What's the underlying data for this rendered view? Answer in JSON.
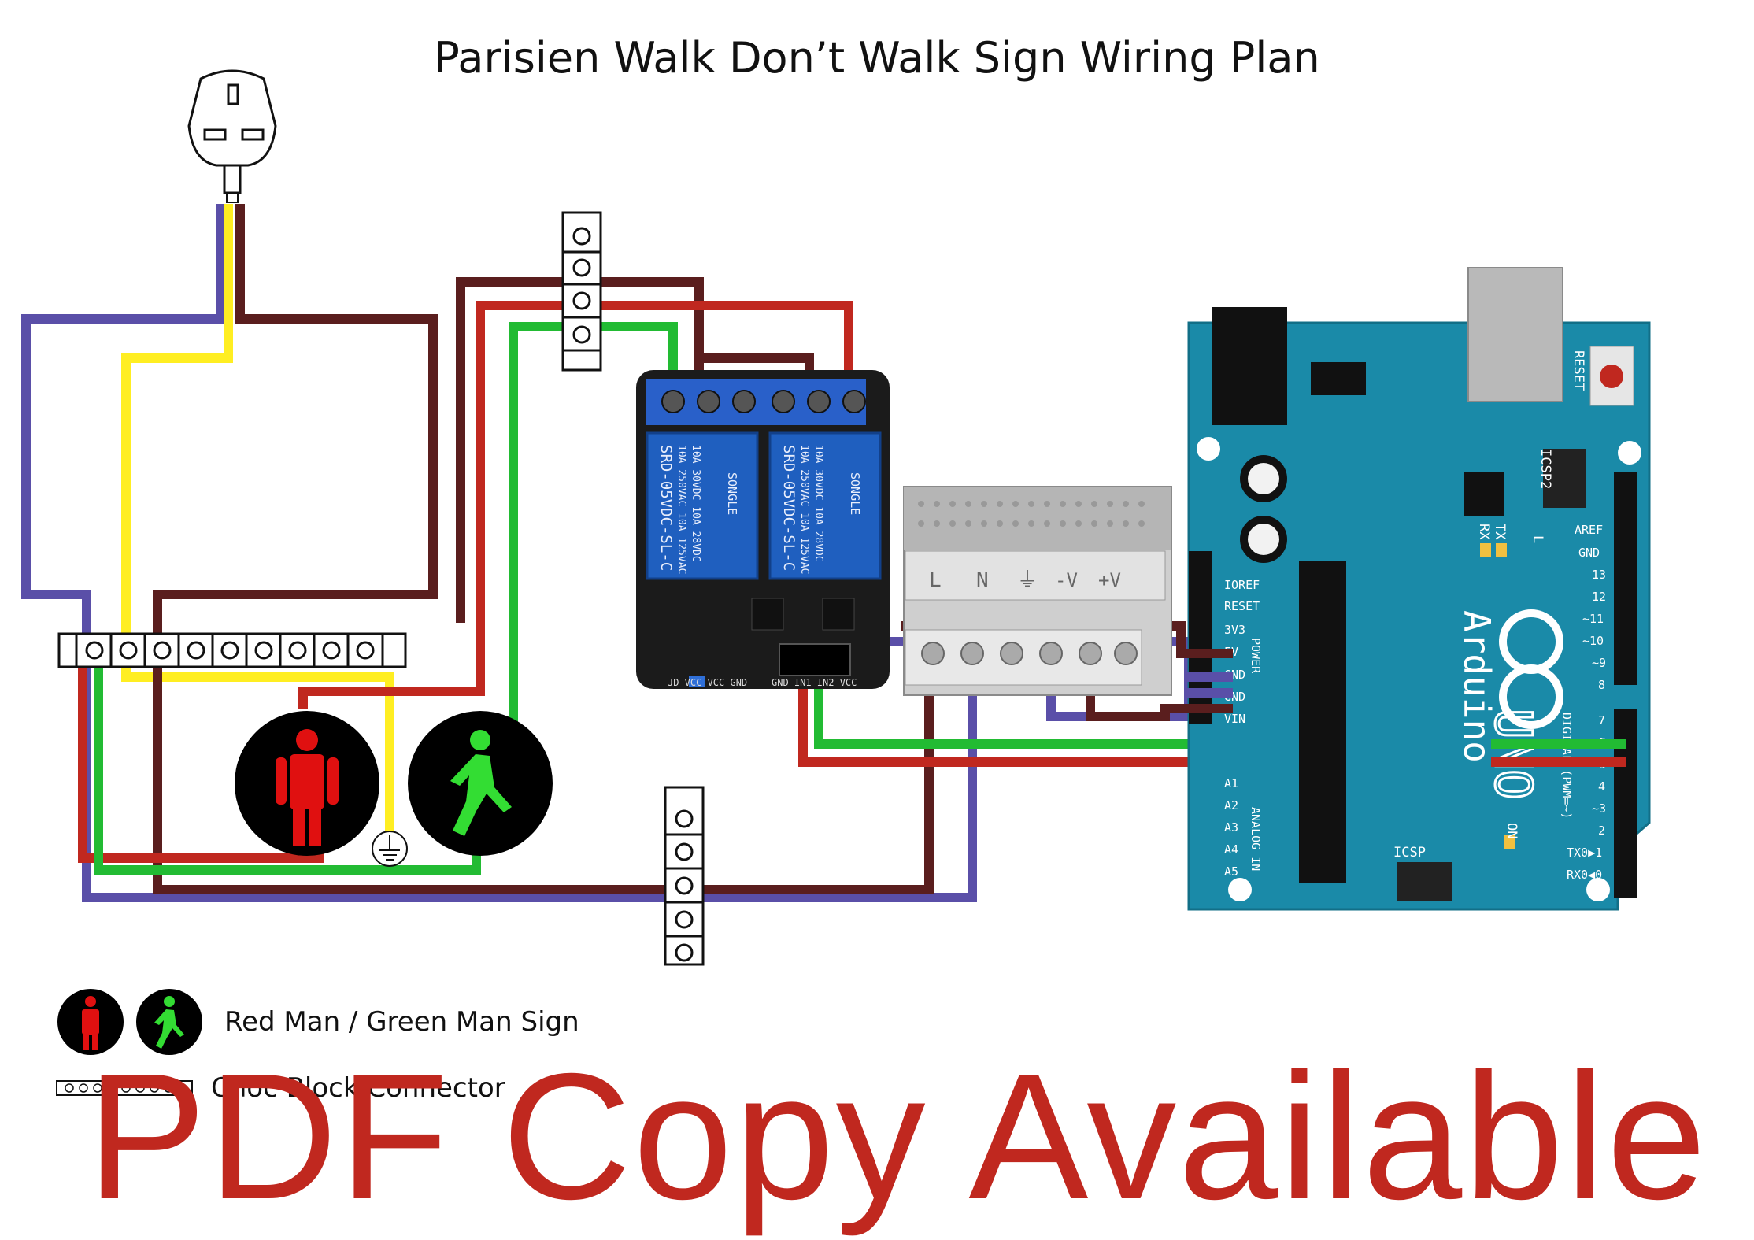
{
  "title": "Parisien Walk Don’t Walk Sign Wiring Plan",
  "watermark": "PDF Copy Available",
  "legend": {
    "sign_label": "Red Man / Green Man Sign",
    "choc_block_label": "Choc Block Connector"
  },
  "relay_module": {
    "relay_text_line1": "SRD-05VDC-SL-C",
    "relay_text_line2": "10A 250VAC 10A 125VAC",
    "relay_text_line3": "10A 30VDC 10A 28VDC",
    "brand": "SONGLE",
    "pins": "GND IN1 IN2 VCC",
    "jumper": "JD-VCC VCC GND"
  },
  "power_supply": {
    "terminals": [
      "L",
      "N",
      "⏚",
      "-V",
      "+V"
    ]
  },
  "arduino": {
    "brand": "Arduino",
    "model": "UNO",
    "reset_label": "RESET",
    "icsp2_label": "ICSP2",
    "icsp_label": "ICSP",
    "tx_label": "TX",
    "rx_label": "RX",
    "l_label": "L",
    "on_label": "ON",
    "power_pins": [
      "IOREF",
      "RESET",
      "3V3",
      "5V",
      "GND",
      "GND",
      "VIN"
    ],
    "power_header": "POWER",
    "analog_pins": [
      "A1",
      "A2",
      "A3",
      "A4",
      "A5"
    ],
    "analog_header": "ANALOG IN",
    "digital_pins_top": [
      "AREF",
      "GND",
      "13",
      "12",
      "~11",
      "~10",
      "~9",
      "8"
    ],
    "digital_pins_bottom": [
      "7",
      "~6",
      "~5",
      "4",
      "~3",
      "2",
      "TX0▶1",
      "RX0◀0"
    ],
    "digital_header": "DIGITAL (PWM=~)"
  },
  "colors": {
    "wire_red": "#c0281f",
    "wire_green": "#22bb33",
    "wire_brown": "#5a1e1e",
    "wire_blue": "#5a4fa8",
    "wire_yellow": "#ffee22",
    "arduino_board": "#1a8aa8",
    "relay_blue": "#1f5fbf",
    "watermark": "#c0281f"
  }
}
